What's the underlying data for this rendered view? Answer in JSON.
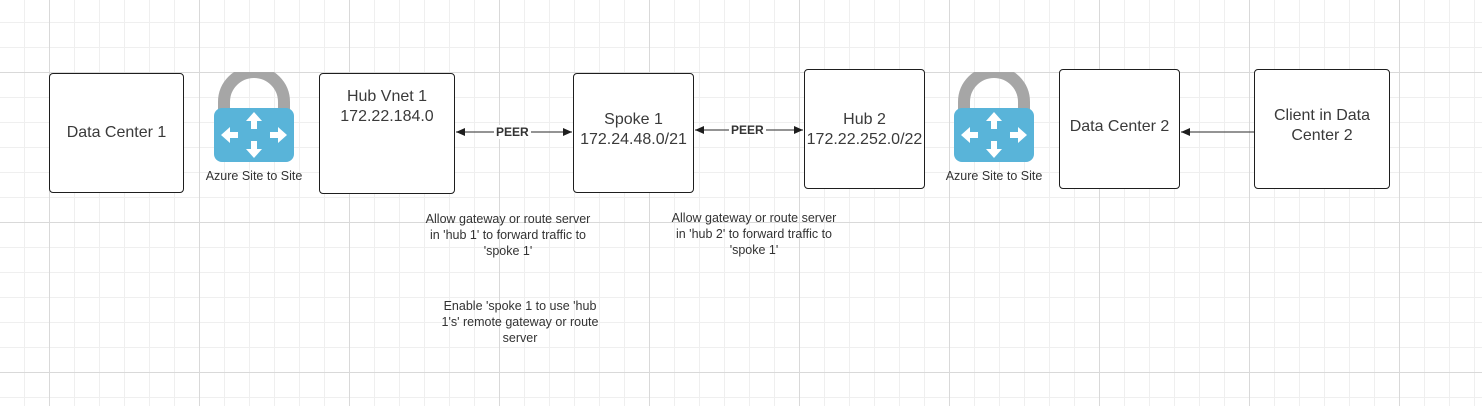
{
  "nodes": {
    "dc1": {
      "label": "Data Center 1"
    },
    "hub1": {
      "name": "Hub Vnet 1",
      "cidr": "172.22.184.0"
    },
    "spoke1": {
      "name": "Spoke 1",
      "cidr": "172.24.48.0/21"
    },
    "hub2": {
      "name": "Hub 2",
      "cidr": "172.22.252.0/22"
    },
    "dc2": {
      "label": "Data Center 2"
    },
    "client": {
      "line1": "Client in Data",
      "line2": "Center 2"
    }
  },
  "gateways": [
    {
      "label": "Azure Site to Site",
      "icon": "azure-vpn-gateway-icon"
    },
    {
      "label": "Azure Site to Site",
      "icon": "azure-vpn-gateway-icon"
    }
  ],
  "connectors": {
    "peer1": "PEER",
    "peer2": "PEER"
  },
  "notes": {
    "hub1_forward": [
      "Allow gateway or route server",
      "in 'hub 1' to forward traffic to",
      "'spoke 1'"
    ],
    "hub2_forward": [
      "Allow gateway or route server",
      "in 'hub 2' to forward traffic to",
      "'spoke 1'"
    ],
    "spoke_remote": [
      "Enable 'spoke 1 to use 'hub",
      "1's' remote gateway or route",
      "server"
    ]
  },
  "colors": {
    "lock_shackle": "#a6a6a6",
    "router_body": "#59b4d9",
    "router_arrows": "#ffffff",
    "box_border": "#1e1e1e"
  }
}
